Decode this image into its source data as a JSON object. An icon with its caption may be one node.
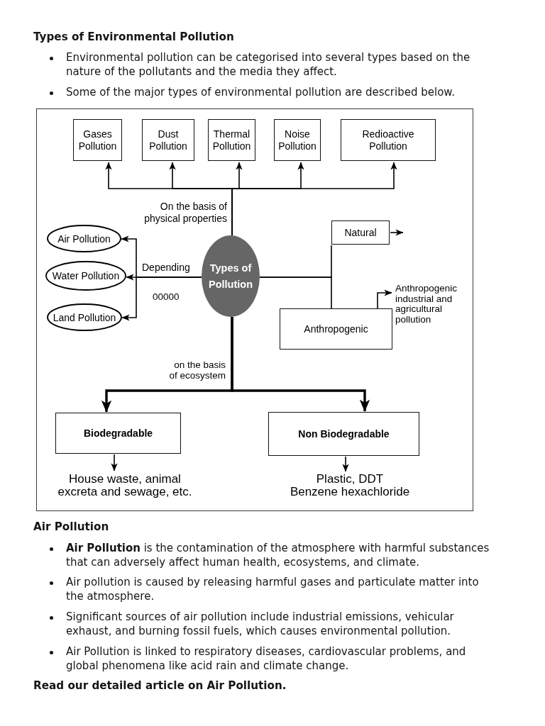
{
  "diagram": {
    "title": "Types of Environmental Pollution",
    "nodes": [
      {
        "text": [
          "Types of Pollution"
        ]
      },
      {
        "text": [
          "Gases Pollution"
        ]
      },
      {
        "text": [
          "Dust Pollution"
        ]
      },
      {
        "text": [
          "Thermal Pollution"
        ]
      },
      {
        "text": [
          "Noise Pollution"
        ]
      },
      {
        "text": [
          "Redioactive Pollution"
        ]
      },
      {
        "text": [
          "Air Pollution"
        ]
      },
      {
        "text": [
          "Water Pollution"
        ]
      },
      {
        "text": [
          "Land Pollution"
        ]
      },
      {
        "text": [
          "Natural"
        ]
      },
      {
        "text": [
          "Anthropogenic"
        ]
      },
      {
        "text": [
          "Anthropogenic industrial and agricultural pollution"
        ]
      },
      {
        "text": [
          "Biodegradable"
        ]
      },
      {
        "text": [
          "Non Biodegradable"
        ]
      },
      {
        "text": [
          "House waste, animal excreta and sewage, etc."
        ]
      },
      {
        "text": [
          "Plastic, DDT",
          "Benzene hexachloride"
        ]
      }
    ],
    "edges": [
      {
        "from": 0,
        "to": 1,
        "arrow": "to"
      },
      {
        "from": 0,
        "to": 2,
        "arrow": "to"
      },
      {
        "from": 0,
        "to": 3,
        "arrow": "to",
        "label": "On the basis of physical properties"
      },
      {
        "from": 0,
        "to": 4,
        "arrow": "to"
      },
      {
        "from": 0,
        "to": 5,
        "arrow": "to"
      },
      {
        "from": 0,
        "to": 6,
        "arrow": "to"
      },
      {
        "from": 0,
        "to": 7,
        "arrow": "to",
        "label": "Depending"
      },
      {
        "from": 0,
        "to": 8,
        "arrow": "to"
      },
      {
        "from": 0,
        "to": 9,
        "arrow": "none"
      },
      {
        "from": 0,
        "to": 10,
        "arrow": "none"
      },
      {
        "from": 9,
        "to": null,
        "arrow": "to"
      },
      {
        "from": 10,
        "to": 11,
        "arrow": "to"
      },
      {
        "from": 0,
        "to": 12,
        "arrow": "to",
        "style": "thick",
        "label": "on the basis of ecosystem"
      },
      {
        "from": 0,
        "to": 13,
        "arrow": "to",
        "style": "thick"
      },
      {
        "from": 12,
        "to": 14,
        "arrow": "to"
      },
      {
        "from": 13,
        "to": 15,
        "arrow": "to"
      }
    ],
    "labels": [
      "Environmental pollution can be categorised into several types based on the nature of the pollutants and the media they affect.",
      "Some of the major types of environmental pollution are described below.",
      "00000",
      "Air Pollution",
      "**Air Pollution** is the contamination of the atmosphere with harmful substances that can adversely affect human health, ecosystems, and climate.",
      "Air pollution is caused by releasing harmful gases and particulate matter into the atmosphere.",
      "Significant sources of air pollution include industrial emissions, vehicular exhaust, and burning fossil fuels, which causes environmental pollution.",
      "Air Pollution is linked to respiratory diseases, cardiovascular problems, and global phenomena like acid rain and climate change.",
      "Read our detailed article on Air Pollution."
    ]
  }
}
